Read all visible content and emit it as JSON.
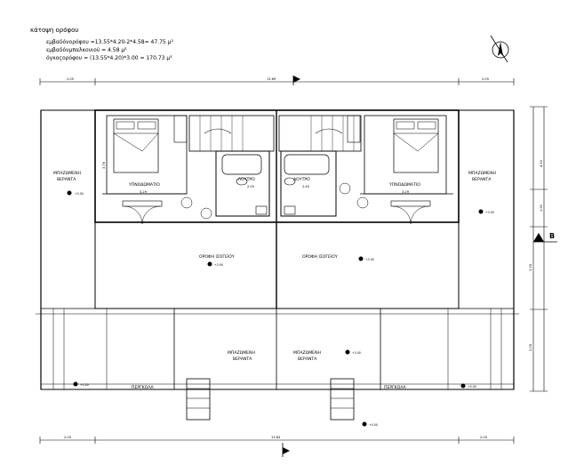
{
  "header": {
    "title": "κάτοψη ορόφου",
    "line1": "εμβαδόνορόφου =13.55*4.20-2*4.58= 47.75 μ²",
    "line2": "εμβαδόνμπαλκονιού = 4.58 μ²",
    "line3": "όγκοςορόφου = (13.55*4.20)*3.00 = 170.73 μ³"
  },
  "dimensions": {
    "top_left": "2.05",
    "top_mid": "13.69",
    "top_right": "2.05",
    "bottom_left": "2.05",
    "bottom_mid": "13.84",
    "bottom_right": "2.05",
    "left_v": "3.76",
    "right_v1": "4.20",
    "right_v2": "1.90",
    "right_v3": "3.35",
    "right_v4": "2.05",
    "room_l_w": "3.29",
    "room_r_w": "3.29",
    "wc_l_w": "2.55",
    "wc_r_w": "2.45"
  },
  "rooms": {
    "veranda_left": [
      "ΜΠΑΖΩΜΕΝΗ",
      "ΒΕΡΑΝΤΑ"
    ],
    "veranda_right": [
      "ΜΠΑΖΩΜΕΝΗ",
      "ΒΕΡΑΝΤΑ"
    ],
    "bedroom_left": "ΥΠΝΟΔΩΜΑΤΙΟ",
    "bedroom_right": "ΥΠΝΟΔΩΜΑΤΙΟ",
    "wc_left": "ΛΟΥΤΡΟ",
    "wc_right": "ΛΟΥΤΡΟ",
    "roof_left": "ΟΡΟΦΗ ΙΣΟΓΕΙΟΥ",
    "roof_right": "ΟΡΟΦΗ ΙΣΟΓΕΙΟΥ",
    "veranda_bottom_left": [
      "ΜΠΑΖΩΜΕΝΗ",
      "ΒΕΡΑΝΤΑ"
    ],
    "veranda_bottom_right": [
      "ΜΠΑΖΩΜΕΝΗ",
      "ΒΕΡΑΝΤΑ"
    ],
    "pergola_left": "ΠΕΡΓΚΟΛΑ",
    "pergola_right": "ΠΕΡΓΚΟΛΑ"
  },
  "elevations": {
    "veranda_left": "+3.00",
    "veranda_right": "+3.00",
    "roof_left": "+3.00",
    "roof_right": "+3.00",
    "veranda_bottom_right": "+3.00",
    "bottom_left": "+0.00",
    "bottom_right": "+0.00",
    "entry": "+0.00"
  },
  "section_mark": "B"
}
